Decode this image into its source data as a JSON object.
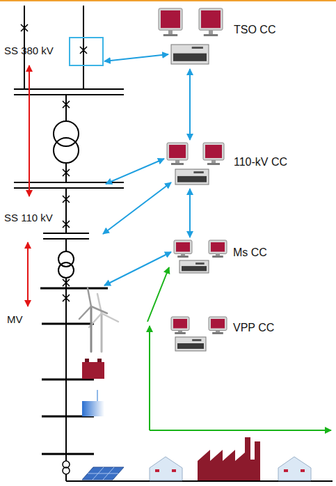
{
  "diagram": {
    "nodes": [
      {
        "text": [
          "TSO CC"
        ]
      },
      {
        "text": [
          "110-kV CC"
        ]
      },
      {
        "text": [
          "Ms CC"
        ]
      },
      {
        "text": [
          "VPP CC"
        ]
      }
    ],
    "edges": [
      {
        "from": 0,
        "to": 1,
        "arrow": "both"
      },
      {
        "from": 1,
        "to": 2,
        "arrow": "both"
      }
    ],
    "labels": [
      "SS 380 kV",
      "SS 110 kV",
      "MV"
    ]
  }
}
